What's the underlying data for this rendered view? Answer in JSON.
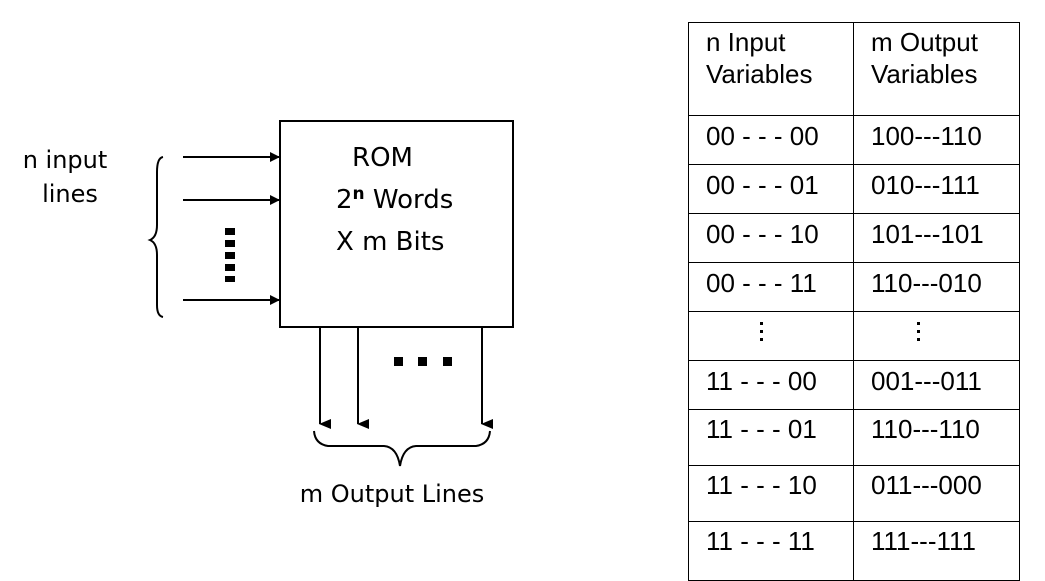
{
  "rom_block": {
    "title": "ROM",
    "words_base": "2",
    "words_exponent": "n",
    "words_suffix": " Words",
    "bits_label": "X m Bits"
  },
  "input_label": {
    "line1": "n input",
    "line2": "lines"
  },
  "output_label": "m Output Lines",
  "table": {
    "headers": [
      [
        "n Input",
        "Variables"
      ],
      [
        "m Output",
        "Variables"
      ]
    ],
    "rows": [
      {
        "input": "00 - - - 00",
        "output": "100---110"
      },
      {
        "input": "00 - - - 01",
        "output": "010---111"
      },
      {
        "input": "00 - - - 10",
        "output": "101---101"
      },
      {
        "input": "00 - - - 11",
        "output": "110---010"
      },
      {
        "input": "11 - - - 00",
        "output": "001---011"
      },
      {
        "input": "11 - - - 01",
        "output": "110---110"
      },
      {
        "input": "11 - - - 10",
        "output": "011---000"
      },
      {
        "input": "11 - - - 11",
        "output": "111---111"
      }
    ]
  }
}
